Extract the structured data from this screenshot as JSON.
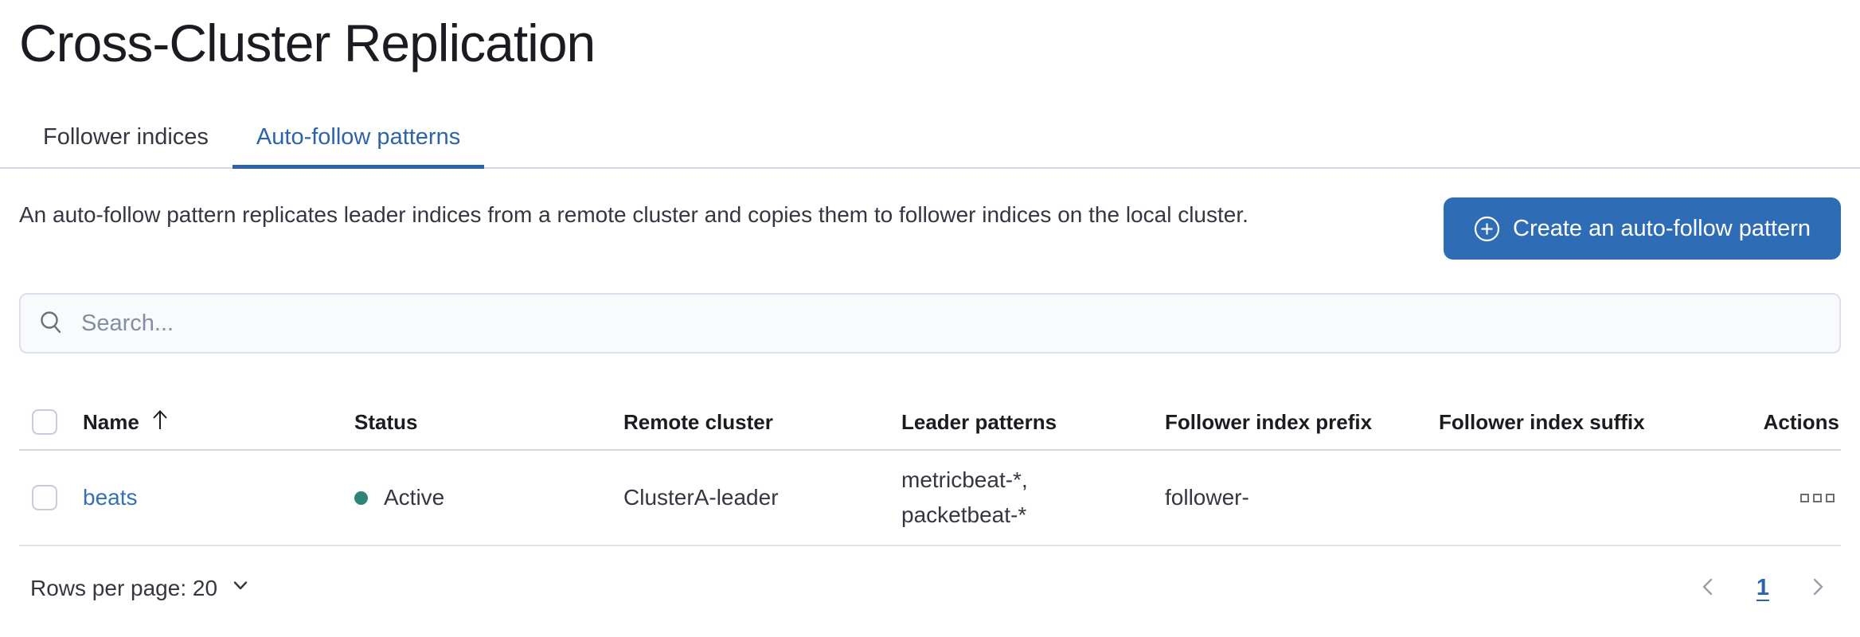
{
  "page": {
    "title": "Cross-Cluster Replication"
  },
  "tabs": [
    {
      "label": "Follower indices",
      "active": false
    },
    {
      "label": "Auto-follow patterns",
      "active": true
    }
  ],
  "description": "An auto-follow pattern replicates leader indices from a remote cluster and copies them to follower indices on the local cluster.",
  "create_button": {
    "label": "Create an auto-follow pattern",
    "icon": "plus-in-circle-icon"
  },
  "search": {
    "placeholder": "Search...",
    "value": "",
    "icon": "search-icon"
  },
  "table": {
    "columns": [
      "Name",
      "Status",
      "Remote cluster",
      "Leader patterns",
      "Follower index prefix",
      "Follower index suffix",
      "Actions"
    ],
    "sort": {
      "column": "Name",
      "direction": "ascending"
    },
    "rows": [
      {
        "name": "beats",
        "status": "Active",
        "remote_cluster": "ClusterA-leader",
        "leader_patterns": "metricbeat-*, packetbeat-*",
        "follower_index_prefix": "follower-",
        "follower_index_suffix": "",
        "actions_icon": "boxes-horizontal-icon"
      }
    ]
  },
  "footer": {
    "rows_per_page_label": "Rows per page: 20",
    "pagination": {
      "current_page": "1"
    }
  },
  "colors": {
    "primary_button": "#2e6db5",
    "active_tab": "#2b64ab",
    "link": "#3370b8",
    "status_active_dot": "#2e8478",
    "border": "#d3dae6"
  }
}
